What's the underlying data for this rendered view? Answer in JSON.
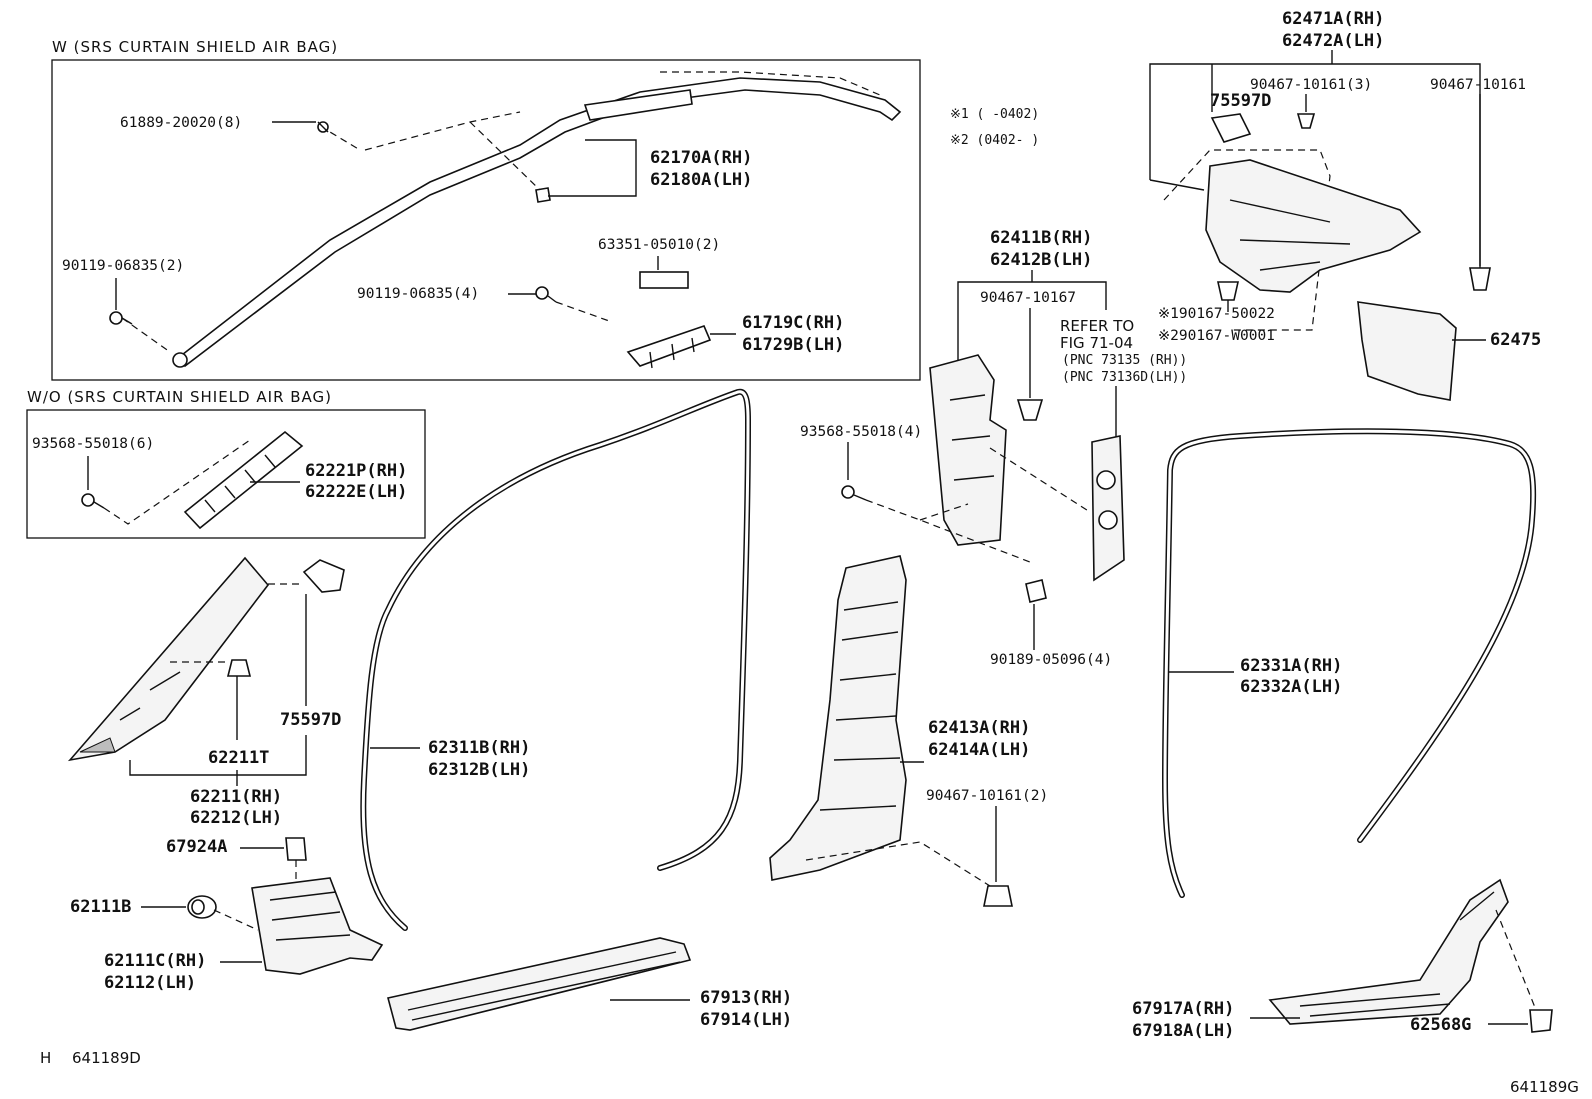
{
  "headers": {
    "with_airbag": "W (SRS CURTAIN SHIELD AIR BAG)",
    "without_airbag": "W/O (SRS CURTAIN SHIELD AIR BAG)"
  },
  "notes": {
    "note1": "※1 (   -0402)",
    "note2": "※2 (0402-   )"
  },
  "refer": {
    "line1": "REFER TO",
    "line2": "FIG 71-04",
    "line3": "(PNC 73135 (RH))",
    "line4": "(PNC 73136D(LH))"
  },
  "parts": {
    "p61889": "61889-20020(8)",
    "p62170": "62170A(RH)",
    "p62180": "62180A(LH)",
    "p90119a": "90119-06835(2)",
    "p63351": "63351-05010(2)",
    "p90119b": "90119-06835(4)",
    "p61719": "61719C(RH)",
    "p61729": "61729B(LH)",
    "p93568a": "93568-55018(6)",
    "p62221": "62221P(RH)",
    "p62222": "62222E(LH)",
    "p75597a": "75597D",
    "p62211t": "62211T",
    "p62211": "62211(RH)",
    "p62212": "62212(LH)",
    "p67924": "67924A",
    "p62111b": "62111B",
    "p62111c": "62111C(RH)",
    "p62112": "62112(LH)",
    "p62311": "62311B(RH)",
    "p62312": "62312B(LH)",
    "p67913": "67913(RH)",
    "p67914": "67914(LH)",
    "p62411": "62411B(RH)",
    "p62412": "62412B(LH)",
    "p90467a": "90467-10167",
    "p93568b": "93568-55018(4)",
    "p90189": "90189-05096(4)",
    "p62413": "62413A(RH)",
    "p62414": "62414A(LH)",
    "p90467b": "90467-10161(2)",
    "p62471": "62471A(RH)",
    "p62472": "62472A(LH)",
    "p75597b": "75597D",
    "p90467c": "90467-10161(3)",
    "p90467d": "90467-10161",
    "p90167a": "※190167-50022",
    "p90167b": "※290167-W0001",
    "p62475": "62475",
    "p62331": "62331A(RH)",
    "p62332": "62332A(LH)",
    "p67917": "67917A(RH)",
    "p67918": "67918A(LH)",
    "p62568": "62568G"
  },
  "footer": {
    "code_left": "641189D",
    "code_left_prefix": "H",
    "code_right": "641189G"
  }
}
